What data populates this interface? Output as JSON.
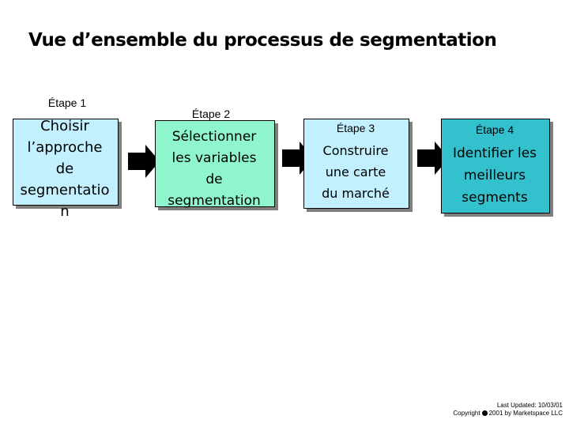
{
  "title": "Vue d’ensemble du processus de segmentation",
  "steps": [
    {
      "label": "Étape 1",
      "lines": [
        "Choisir",
        "l’approche",
        "de",
        "segmentatio",
        "n"
      ],
      "color": "#c2f0ff"
    },
    {
      "label": "Étape 2",
      "lines": [
        "Sélectionner",
        "les variables",
        "de",
        "segmentation"
      ],
      "color": "#8ff5cd"
    },
    {
      "label": "Étape 3",
      "lines": [
        "Construire",
        "une carte",
        "du marché"
      ],
      "color": "#c2f0ff"
    },
    {
      "label": "Étape 4",
      "lines": [
        "Identifier les",
        "meilleurs",
        "segments"
      ],
      "color": "#33c1ce"
    }
  ],
  "footer": {
    "updated": "Last Updated: 10/03/01",
    "copyright_prefix": "Copyright",
    "copyright_suffix": "2001 by Marketspace LLC"
  }
}
